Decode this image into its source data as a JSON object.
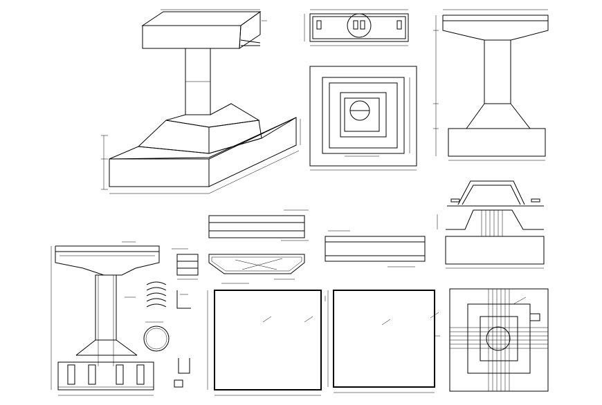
{
  "sheet": {
    "background": "#ffffff",
    "ink": "#000000"
  },
  "views": [
    {
      "id": "isometric-column-footing",
      "texture": "stipple-concrete"
    },
    {
      "id": "pier-cap-section"
    },
    {
      "id": "footing-plan"
    },
    {
      "id": "column-elevation"
    },
    {
      "id": "beam-reinforcement-elevation"
    },
    {
      "id": "haunch-reinforcement-detail"
    },
    {
      "id": "pier-cap-rebar-detail"
    },
    {
      "id": "footing-rebar-section"
    },
    {
      "id": "column-rebar-elevation"
    },
    {
      "id": "column-cross-section-detail"
    },
    {
      "id": "stirrup-details"
    },
    {
      "id": "spiral-tie-detail"
    },
    {
      "id": "footing-mesh-plan-top"
    },
    {
      "id": "footing-mesh-plan-bottom"
    },
    {
      "id": "footing-plan-rebar-layout"
    }
  ]
}
